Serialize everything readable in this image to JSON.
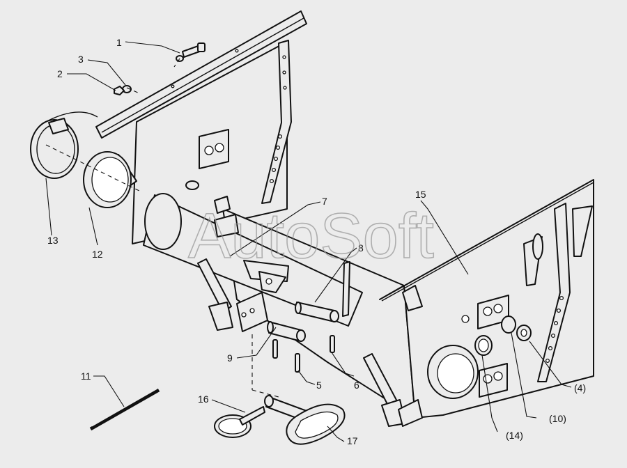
{
  "watermark": "AutoSoft",
  "callouts": [
    {
      "id": "c1",
      "text": "1"
    },
    {
      "id": "c2",
      "text": "2"
    },
    {
      "id": "c3",
      "text": "3"
    },
    {
      "id": "c4",
      "text": "(4)"
    },
    {
      "id": "c5",
      "text": "5"
    },
    {
      "id": "c6",
      "text": "6"
    },
    {
      "id": "c7",
      "text": "7"
    },
    {
      "id": "c8",
      "text": "8"
    },
    {
      "id": "c9",
      "text": "9"
    },
    {
      "id": "c10",
      "text": "(10)"
    },
    {
      "id": "c11",
      "text": "11"
    },
    {
      "id": "c12",
      "text": "12"
    },
    {
      "id": "c13",
      "text": "13"
    },
    {
      "id": "c14",
      "text": "(14)"
    },
    {
      "id": "c15",
      "text": "15"
    },
    {
      "id": "c16",
      "text": "16"
    },
    {
      "id": "c17",
      "text": "17"
    }
  ]
}
